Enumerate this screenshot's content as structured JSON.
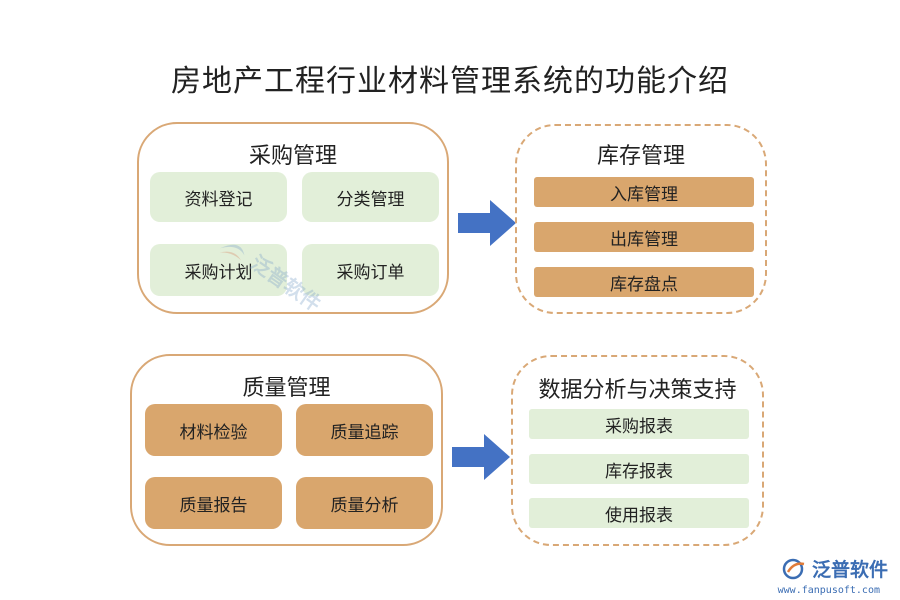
{
  "title": "房地产工程行业材料管理系统的功能介绍",
  "procurement": {
    "title": "采购管理",
    "items": [
      "资料登记",
      "分类管理",
      "采购计划",
      "采购订单"
    ]
  },
  "inventory": {
    "title": "库存管理",
    "items": [
      "入库管理",
      "出库管理",
      "库存盘点"
    ]
  },
  "quality": {
    "title": "质量管理",
    "items": [
      "材料检验",
      "质量追踪",
      "质量报告",
      "质量分析"
    ]
  },
  "analysis": {
    "title": "数据分析与决策支持",
    "items": [
      "采购报表",
      "库存报表",
      "使用报表"
    ]
  },
  "watermark": {
    "text": "泛普软件"
  },
  "logo": {
    "text": "泛普软件",
    "url": "www.fanpusoft.com"
  },
  "colors": {
    "border": "#d9a876",
    "orange_fill": "#d9a66d",
    "green_fill": "#e2efd9",
    "arrow": "#4472c4"
  }
}
